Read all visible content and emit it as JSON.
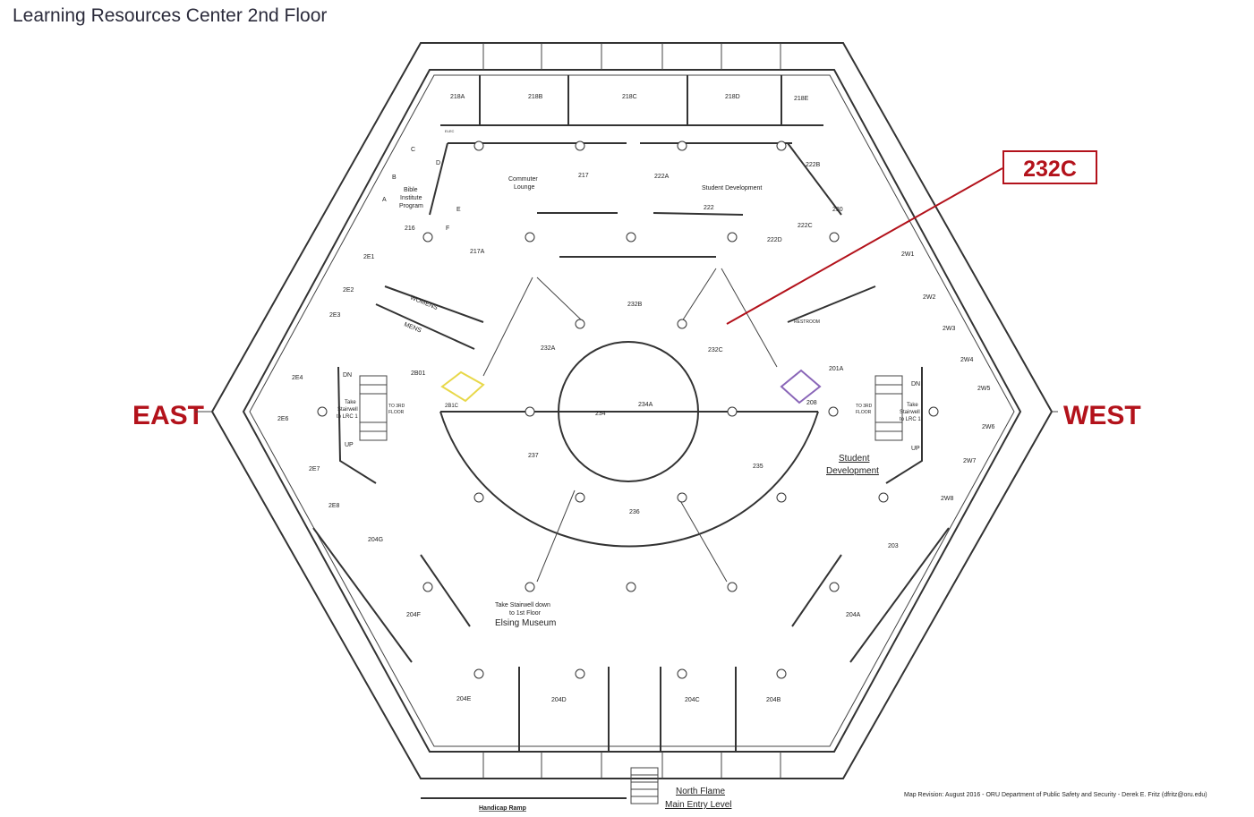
{
  "title": "Learning Resources Center 2nd Floor",
  "highlight_room": "232C",
  "directions": {
    "east": "EAST",
    "west": "WEST"
  },
  "rooms": {
    "r218A": "218A",
    "r218B": "218B",
    "r218C": "218C",
    "r218D": "218D",
    "r218E": "218E",
    "rC": "C",
    "rD": "D",
    "rB": "B",
    "rA": "A",
    "rE": "E",
    "rF": "F",
    "r216": "216",
    "r217": "217",
    "r217A": "217A",
    "r222A": "222A",
    "r222": "222",
    "r222B": "222B",
    "r222C": "222C",
    "r222D": "222D",
    "r230": "230",
    "r2E1": "2E1",
    "r2E2": "2E2",
    "r2E3": "2E3",
    "r2E4": "2E4",
    "r2E6": "2E6",
    "r2E7": "2E7",
    "r2E8": "2E8",
    "r2W1": "2W1",
    "r2W2": "2W2",
    "r2W3": "2W3",
    "r2W4": "2W4",
    "r2W5": "2W5",
    "r2W6": "2W6",
    "r2W7": "2W7",
    "r2W8": "2W8",
    "r232B": "232B",
    "r232A": "232A",
    "r232C": "232C",
    "r234": "234",
    "r234A": "234A",
    "r237": "237",
    "r235": "235",
    "r236": "236",
    "r2B01": "2B01",
    "r2B1C": "2B1C",
    "r201A": "201A",
    "r208": "208",
    "r203": "203",
    "r204G": "204G",
    "r204F": "204F",
    "r204A": "204A",
    "r204E": "204E",
    "r204D": "204D",
    "r204C": "204C",
    "r204B": "204B"
  },
  "labels": {
    "commuter_1": "Commuter",
    "commuter_2": "Lounge",
    "bible_1": "Bible",
    "bible_2": "Institute",
    "bible_3": "Program",
    "student_dev_top": "Student Development",
    "womens": "WOMENS",
    "mens": "MENS",
    "restroom": "RESTROOM",
    "elec": "ELEC",
    "dn": "DN",
    "up": "UP",
    "take_stair_1": "Take",
    "take_stair_2": "Stairwell",
    "take_stair_3": "to LRC 1",
    "to3rd_1": "TO 3RD",
    "to3rd_2": "FLOOR",
    "student_dev_1": "Student",
    "student_dev_2": "Development",
    "museum_1": "Take Stairwell down",
    "museum_2": "to 1st Floor",
    "museum_3": "Elsing Museum",
    "north_flame_1": "North Flame",
    "north_flame_2": "Main Entry Level",
    "handicap_ramp": "Handicap Ramp"
  },
  "footer": "Map Revision: August 2016 - ORU Department of Public Safety and Security - Derek E. Fritz (dfritz@oru.edu)",
  "colors": {
    "accent": "#b3121b",
    "stair_highlight_east": "#e8d84a",
    "stair_highlight_west": "#8a66b8"
  }
}
